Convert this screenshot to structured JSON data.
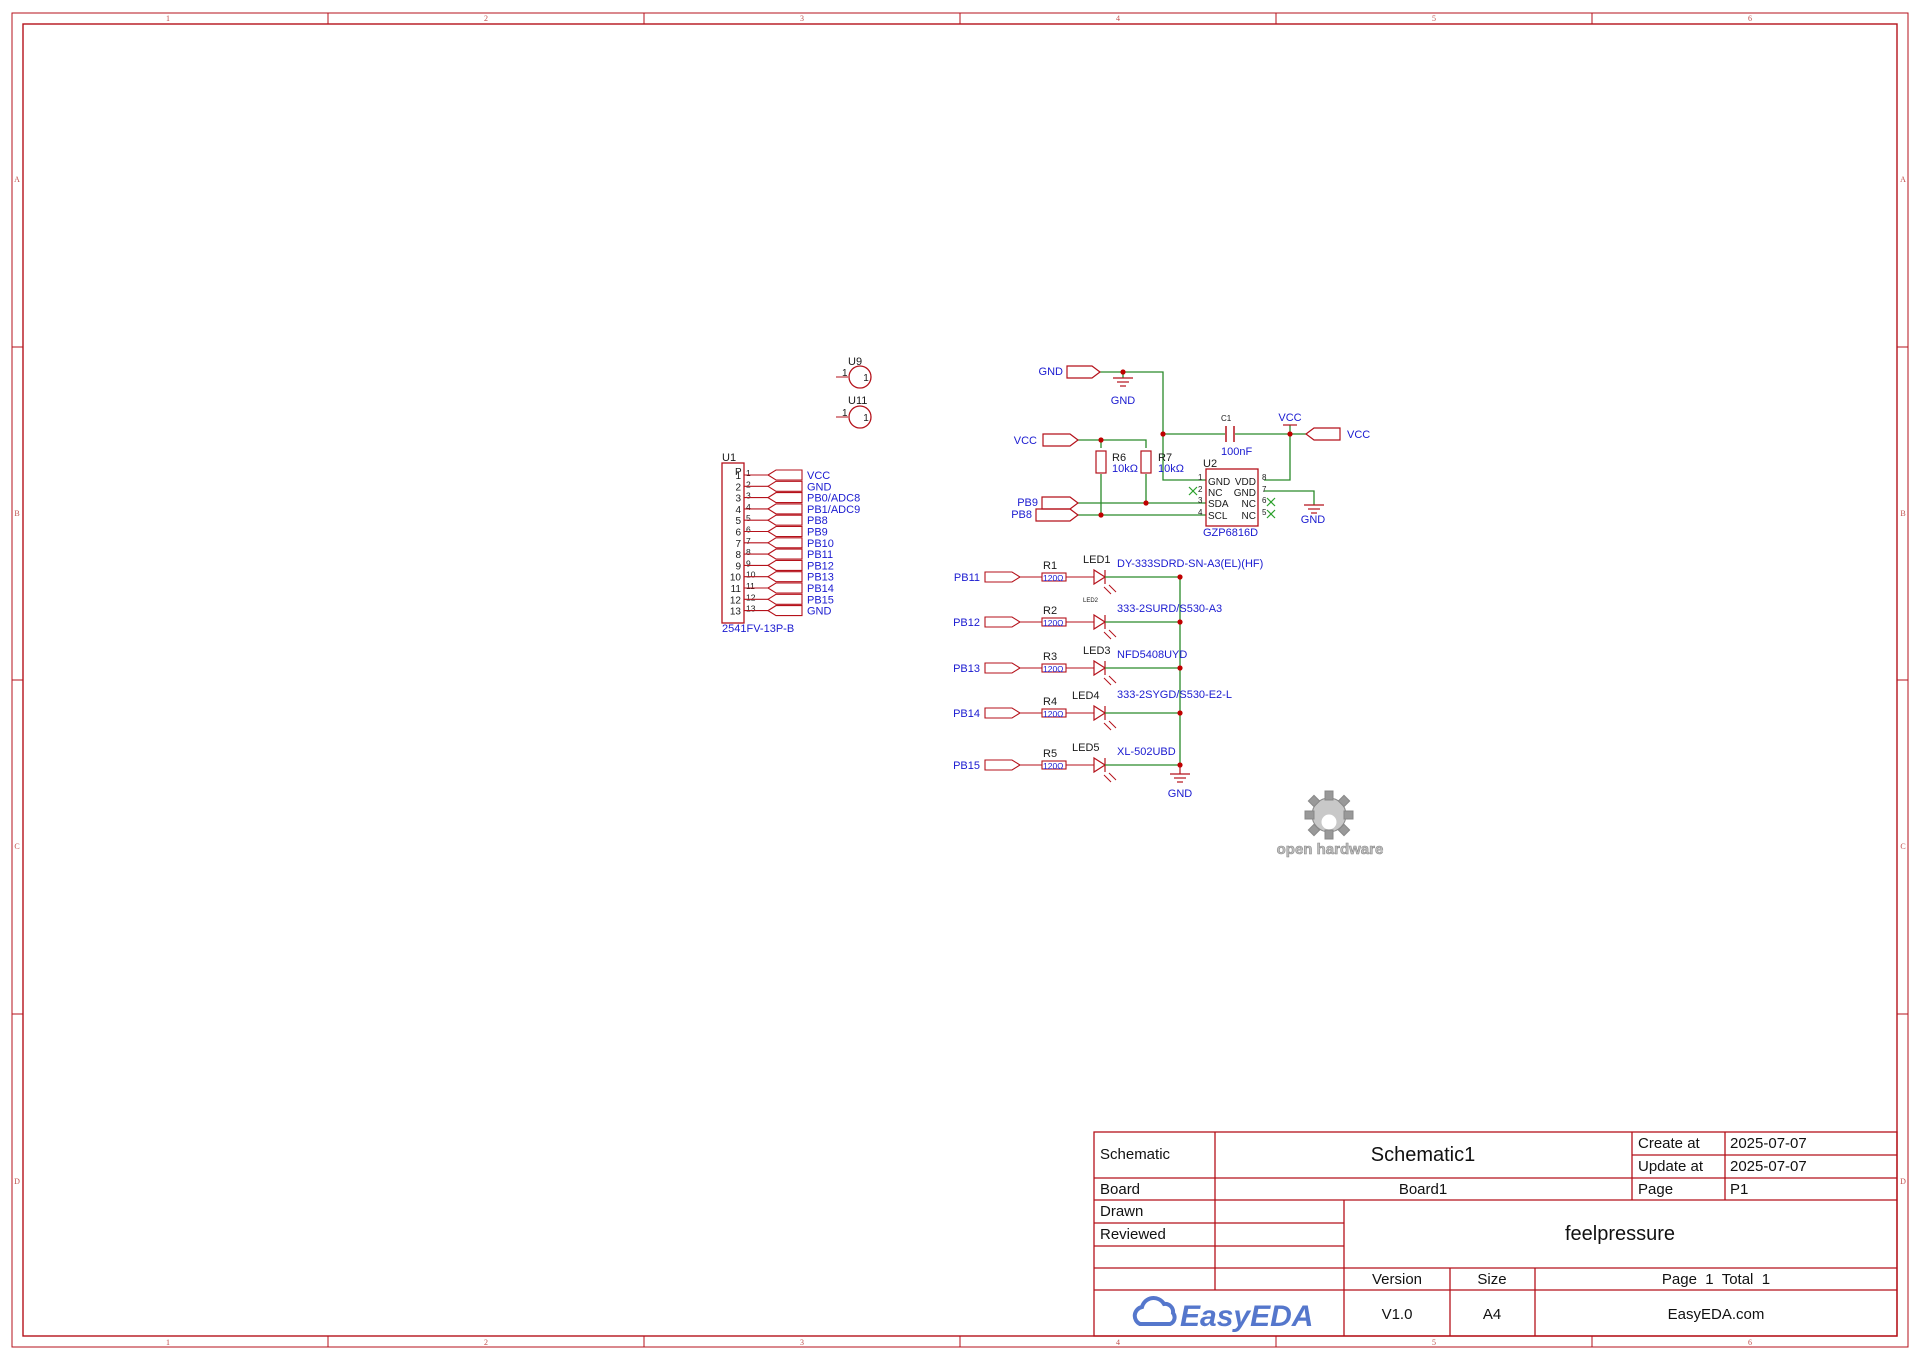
{
  "frame": {
    "columns": [
      "1",
      "2",
      "3",
      "4",
      "5",
      "6"
    ],
    "rows": [
      "A",
      "B",
      "C",
      "D"
    ]
  },
  "colors": {
    "border": "#b5121b",
    "wire": "#2a8a2a",
    "net_label": "#1a1ad0",
    "junction": "#c00000",
    "no_connect": "#2aa02a",
    "logo": "#5577cc"
  },
  "u9": {
    "ref": "U9",
    "pin": "1",
    "num": "1"
  },
  "u11": {
    "ref": "U11",
    "pin": "1",
    "num": "1"
  },
  "u1": {
    "ref": "U1",
    "value": "2541FV-13P-B",
    "p_label": "P",
    "pins": [
      "1",
      "2",
      "3",
      "4",
      "5",
      "6",
      "7",
      "8",
      "9",
      "10",
      "11",
      "12",
      "13"
    ],
    "nets": [
      "VCC",
      "GND",
      "PB0/ADC8",
      "PB1/ADC9",
      "PB8",
      "PB9",
      "PB10",
      "PB11",
      "PB12",
      "PB13",
      "PB14",
      "PB15",
      "GND"
    ]
  },
  "power": {
    "gnd_top_port": "GND",
    "gnd_top_symbol": "GND",
    "vcc_left": "VCC",
    "vcc_symbol": "VCC",
    "vcc_port_right": "VCC",
    "gnd_u2": "GND",
    "gnd_leds": "GND",
    "pb9": "PB9",
    "pb8": "PB8"
  },
  "r6": {
    "ref": "R6",
    "value": "10kΩ"
  },
  "r7": {
    "ref": "R7",
    "value": "10kΩ"
  },
  "c1": {
    "ref": "C1",
    "value": "100nF"
  },
  "u2": {
    "ref": "U2",
    "value": "GZP6816D",
    "left_pins": [
      "GND",
      "NC",
      "SDA",
      "SCL"
    ],
    "right_pins": [
      "VDD",
      "GND",
      "NC",
      "NC"
    ],
    "left_nums": [
      "1",
      "2",
      "3",
      "4"
    ],
    "right_nums": [
      "8",
      "7",
      "6",
      "5"
    ]
  },
  "led_rows": [
    {
      "port": "PB11",
      "r_ref": "R1",
      "r_val": "120Ω",
      "led_ref": "LED1",
      "led_part": "DY-333SDRD-SN-A3(EL)(HF)"
    },
    {
      "port": "PB12",
      "r_ref": "R2",
      "r_val": "120Ω",
      "led_ref": "LED2",
      "led_part": "333-2SURD/S530-A3"
    },
    {
      "port": "PB13",
      "r_ref": "R3",
      "r_val": "120Ω",
      "led_ref": "LED3",
      "led_part": "NFD5408UYD"
    },
    {
      "port": "PB14",
      "r_ref": "R4",
      "r_val": "120Ω",
      "led_ref": "LED4",
      "led_part": "333-2SYGD/S530-E2-L"
    },
    {
      "port": "PB15",
      "r_ref": "R5",
      "r_val": "120Ω",
      "led_ref": "LED5",
      "led_part": "XL-502UBD"
    }
  ],
  "oshw": {
    "text": "open hardware"
  },
  "title_block": {
    "schematic_label": "Schematic",
    "schematic_name": "Schematic1",
    "create_label": "Create at",
    "create_date": "2025-07-07",
    "update_label": "Update at",
    "update_date": "2025-07-07",
    "board_label": "Board",
    "board_name": "Board1",
    "page_label": "Page",
    "page_value": "P1",
    "drawn_label": "Drawn",
    "reviewed_label": "Reviewed",
    "project": "feelpressure",
    "version_label": "Version",
    "version_value": "V1.0",
    "size_label": "Size",
    "size_value": "A4",
    "page_total": "Page  1  Total  1",
    "brand": "EasyEDA",
    "site": "EasyEDA.com"
  }
}
